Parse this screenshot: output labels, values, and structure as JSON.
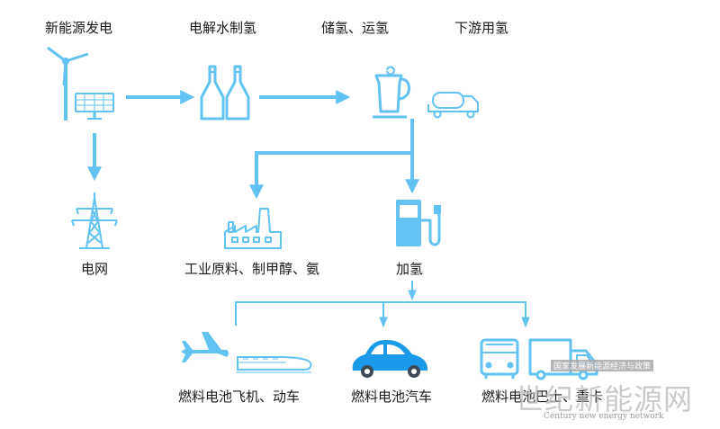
{
  "colors": {
    "icon": "#62c2f2",
    "dark": "#3d4a55",
    "text": "#1a1a1a"
  },
  "nodes": {
    "renewable_power": {
      "label": "新能源发电",
      "icon": "wind-solar-icon"
    },
    "electrolysis": {
      "label": "电解水制氢",
      "icon": "hydrogen-bottles-icon"
    },
    "storage_transport": {
      "label": "储氢、运氢",
      "icon": "storage-tank-truck-icon"
    },
    "downstream": {
      "label": "下游用氢",
      "icon": "none"
    },
    "grid": {
      "label": "电网",
      "icon": "power-tower-icon"
    },
    "industrial": {
      "label": "工业原料、制甲醇、氨",
      "icon": "factory-icon"
    },
    "refueling": {
      "label": "加氢",
      "icon": "fuel-pump-icon"
    },
    "aviation_rail": {
      "label": "燃料电池飞机、动车",
      "icon": "plane-train-icon"
    },
    "fuel_cell_car": {
      "label": "燃料电池汽车",
      "icon": "car-icon"
    },
    "bus_truck": {
      "label": "燃料电池巴士、重卡",
      "icon": "bus-truck-icon"
    }
  },
  "watermark": {
    "main": "世纪新能源网",
    "sub": "Century new energy network",
    "tag": "国家发展新能源经济与政策"
  }
}
